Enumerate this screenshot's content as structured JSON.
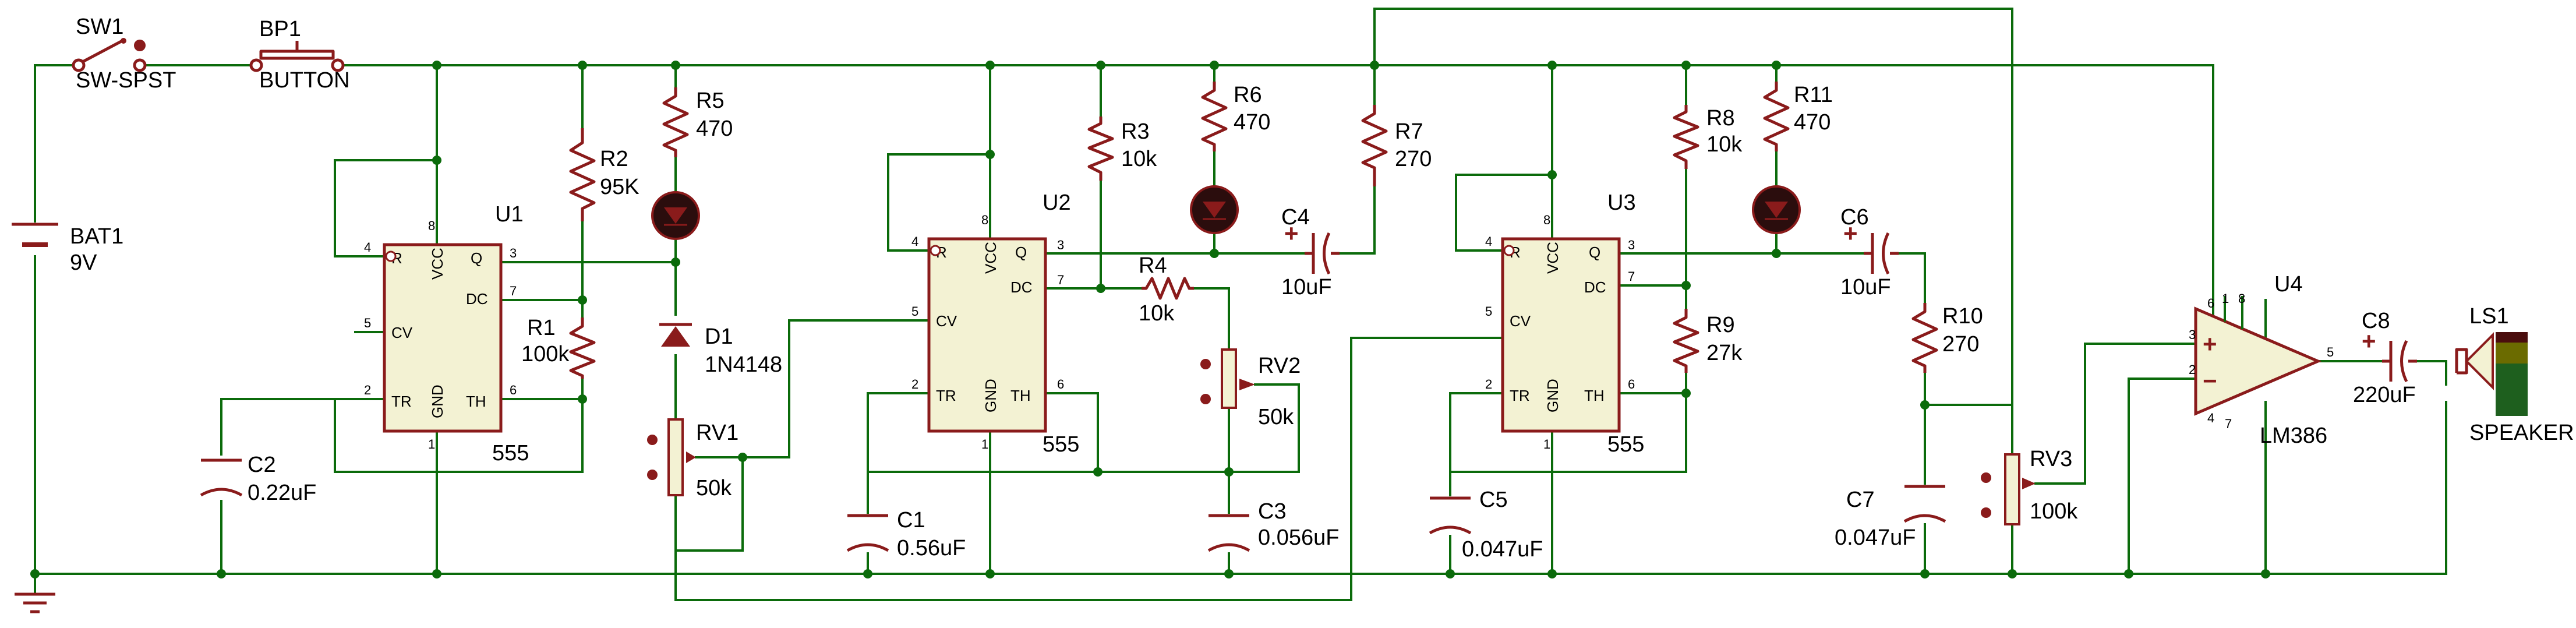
{
  "components": {
    "sw1": {
      "ref": "SW1",
      "value": "SW-SPST"
    },
    "bp1": {
      "ref": "BP1",
      "value": "BUTTON"
    },
    "bat1": {
      "ref": "BAT1",
      "value": "9V"
    },
    "r1": {
      "ref": "R1",
      "value": "100k"
    },
    "r2": {
      "ref": "R2",
      "value": "95K"
    },
    "r3": {
      "ref": "R3",
      "value": "10k"
    },
    "r4": {
      "ref": "R4",
      "value": "10k"
    },
    "r5": {
      "ref": "R5",
      "value": "470"
    },
    "r6": {
      "ref": "R6",
      "value": "470"
    },
    "r7": {
      "ref": "R7",
      "value": "270"
    },
    "r8": {
      "ref": "R8",
      "value": "10k"
    },
    "r9": {
      "ref": "R9",
      "value": "27k"
    },
    "r10": {
      "ref": "R10",
      "value": "270"
    },
    "r11": {
      "ref": "R11",
      "value": "470"
    },
    "c1": {
      "ref": "C1",
      "value": "0.56uF"
    },
    "c2": {
      "ref": "C2",
      "value": "0.22uF"
    },
    "c3": {
      "ref": "C3",
      "value": "0.056uF"
    },
    "c4": {
      "ref": "C4",
      "value": "10uF"
    },
    "c5": {
      "ref": "C5",
      "value": "0.047uF"
    },
    "c6": {
      "ref": "C6",
      "value": "10uF"
    },
    "c7": {
      "ref": "C7",
      "value": "0.047uF"
    },
    "c8": {
      "ref": "C8",
      "value": "220uF"
    },
    "d1": {
      "ref": "D1",
      "value": "1N4148"
    },
    "rv1": {
      "ref": "RV1",
      "value": "50k"
    },
    "rv2": {
      "ref": "RV2",
      "value": "50k"
    },
    "rv3": {
      "ref": "RV3",
      "value": "100k"
    },
    "u1": {
      "ref": "U1",
      "value": "555"
    },
    "u2": {
      "ref": "U2",
      "value": "555"
    },
    "u3": {
      "ref": "U3",
      "value": "555"
    },
    "u4": {
      "ref": "U4",
      "value": "LM386"
    },
    "ls1": {
      "ref": "LS1",
      "value": "SPEAKER"
    }
  },
  "ic555": {
    "pin_labels": {
      "r": "R",
      "vcc": "VCC",
      "q": "Q",
      "dc": "DC",
      "cv": "CV",
      "tr": "TR",
      "gnd": "GND",
      "th": "TH"
    },
    "pin_numbers": {
      "p1": "1",
      "p2": "2",
      "p3": "3",
      "p4": "4",
      "p5": "5",
      "p6": "6",
      "p7": "7",
      "p8": "8"
    }
  },
  "lm386_pins": {
    "plus": "+",
    "minus": "−",
    "p1": "1",
    "p2": "2",
    "p3": "3",
    "p4": "4",
    "p5": "5",
    "p6": "6",
    "p7": "7",
    "p8": "8"
  },
  "electrolytic_mark": "+",
  "colors": {
    "wire": "#0b6b0b",
    "device": "#8a1b1b",
    "chip_fill": "#f3f2d3",
    "led_fill": "#2b0d0d",
    "speaker_top": "#4a0d0d",
    "speaker_mid": "#6b6b00",
    "speaker_bot": "#1e5f1e"
  }
}
